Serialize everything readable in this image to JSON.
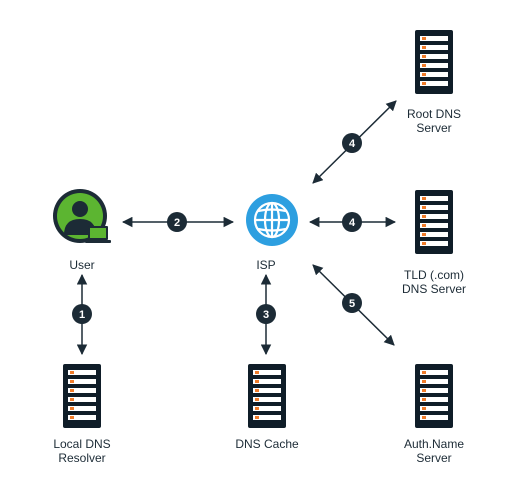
{
  "nodes": {
    "user": {
      "label": "User"
    },
    "isp": {
      "label": "ISP"
    },
    "root": {
      "line1": "Root DNS",
      "line2": "Server"
    },
    "tld": {
      "line1": "TLD (.com)",
      "line2": "DNS Server"
    },
    "auth": {
      "line1": "Auth.Name",
      "line2": "Server"
    },
    "local": {
      "line1": "Local DNS",
      "line2": "Resolver"
    },
    "cache": {
      "label": "DNS Cache"
    }
  },
  "steps": {
    "user_resolver": "1",
    "user_isp": "2",
    "isp_cache": "3",
    "isp_root": "4",
    "isp_tld": "4",
    "isp_auth": "5"
  },
  "colors": {
    "server_body": "#0f1d28",
    "server_slot": "#ffffff",
    "server_led": "#f07c2b",
    "arrow": "#1c2b36",
    "badge": "#1c2b36",
    "globe": "#2d9fe0",
    "user_green": "#5cb531"
  },
  "icons": {
    "server": "server-rack-icon",
    "globe": "globe-icon",
    "user": "user-at-laptop-icon"
  }
}
